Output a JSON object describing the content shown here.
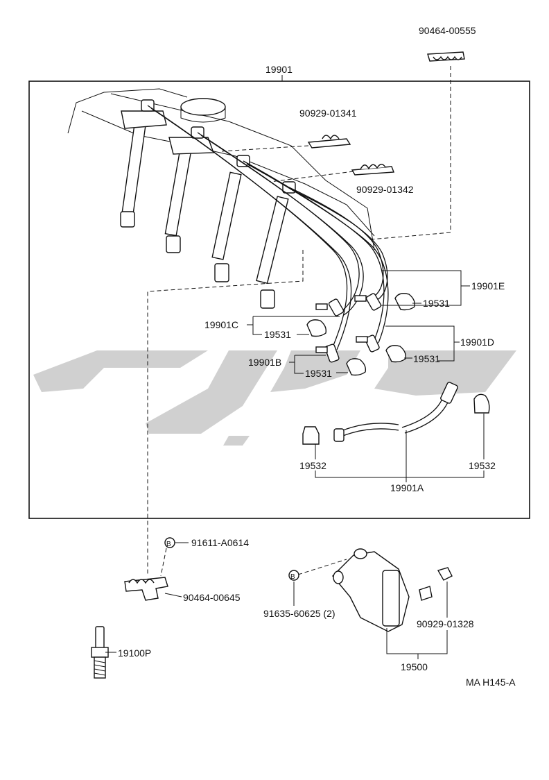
{
  "labels": {
    "clamp_top": "90464-00555",
    "wire_set": "19901",
    "clamp_a": "90929-01341",
    "clamp_b": "90929-01342",
    "cord_e": "19901E",
    "cord_c": "19901C",
    "cord_d": "19901D",
    "cord_b": "19901B",
    "cord_a": "19901A",
    "boot_e": "19531",
    "boot_c": "19531",
    "boot_d": "19531",
    "boot_b": "19531",
    "boot_left": "19532",
    "boot_right": "19532",
    "bolt_a": "91611-A0614",
    "clamp_bottom": "90464-00645",
    "spark_plug": "19100P",
    "bolt_b": "91635-60625 (2)",
    "clamp_coil": "90929-01328",
    "coil": "19500",
    "diagram_code": "MA H145-A",
    "bolt_marker_1": "B",
    "bolt_marker_2": "B"
  }
}
